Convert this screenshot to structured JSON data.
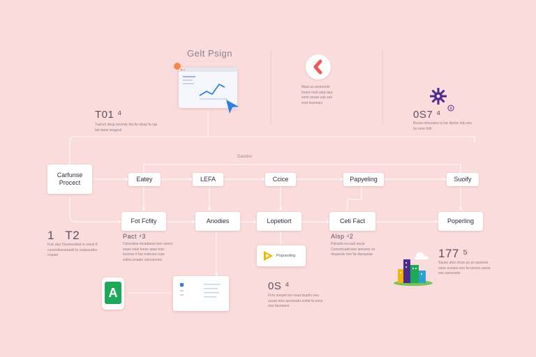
{
  "header": {
    "title": "Gelt Psign",
    "center_icon": "chevron-left-icon",
    "center_desc": "Mast as somoonts\nbuore nest sarp aaa\nsoml assae sab sah\nenst tnonnacj"
  },
  "dashboard": {
    "icon": "browser-chart-icon",
    "cursor": "pointer-cursor-icon"
  },
  "stats": [
    {
      "id": "top-left",
      "value": "T01 ⁴",
      "desc": "Tuwork deup sevindy bla fie sloup fu rap tab baos seagoal"
    },
    {
      "id": "top-right",
      "value": "0S7 ⁴",
      "desc": "Bussa shoouses ia fue ldutoe stip ees ho rone fnth"
    },
    {
      "id": "mid-left",
      "value": "1   T2",
      "desc": "Fuis duo Ciuseeuvbal or eacal fr cusondiseseauelt fa cadaseafes rcapae"
    },
    {
      "id": "mid-center",
      "value": "Pact ⁴3",
      "desc": "Canesdse mcadaeus ben sanco wuas iseel teess aaas tnoc tuoerse tl fue ooteuus cuse ssitos pnaale sarcosones"
    },
    {
      "id": "right-center",
      "value": "Alsp ⁴2",
      "desc": "Palssda ea eacl secar Comsmcaelcane anearss ou doupeuls ooo fia dacepeae"
    },
    {
      "id": "bottom-center",
      "value": "0S ⁴",
      "desc": "Foro snepet tos nsaa tsupfro ses ussae iees aeceesdu sorlat fa ones ooa faooaees"
    },
    {
      "id": "bottom-right",
      "value": "177 ⁵",
      "desc": "Sause ahsr olcas ps as assesso vaoe ouoseo sno fa sonsss arase ese sasscsets"
    }
  ],
  "diagram": {
    "top_label": "Dasdoe",
    "nodes": {
      "start": "Carfunse\nProcect",
      "row1": [
        "Eatey",
        "LEFA",
        "Ccice",
        "Papyeling",
        "Suoify"
      ],
      "row2": [
        "Fot Fcfity",
        "Anodies",
        "Lopetiort",
        "Ceti Fact",
        "Poperling"
      ]
    }
  },
  "badges": {
    "button_label": "Poposoling",
    "phone_icon": "android-app-icon",
    "list_card_icon": "list-card-icon",
    "gear_icon": "gear-icon",
    "info_icon": "info-icon",
    "city_icon": "city-buildings-icon"
  },
  "colors": {
    "background": "#fbdcdc",
    "accent_blue": "#2f7fe0",
    "accent_green": "#1ea85a",
    "accent_yellow": "#f4b400",
    "accent_purple": "#4b2a8c",
    "wire": "#ffffff"
  }
}
